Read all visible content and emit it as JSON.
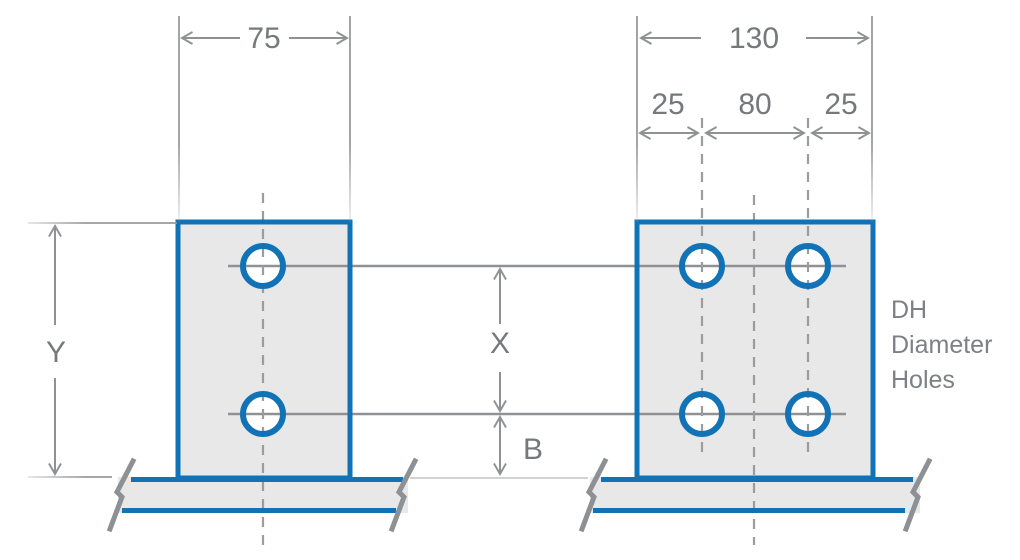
{
  "dimensions": {
    "left_plate_width": "75",
    "right_plate_width": "130",
    "right_left_edge_offset": "25",
    "right_hole_spacing_horizontal": "80",
    "right_right_edge_offset": "25",
    "overall_height": "Y",
    "vertical_hole_spacing": "X",
    "base_to_lower_hole": "B"
  },
  "annotation": {
    "holes_note": [
      "DH",
      "Diameter",
      "Holes"
    ]
  },
  "colors": {
    "plate_outline": "#1173b6",
    "plate_fill": "#e8e8e9",
    "dimension_line": "#97999b",
    "dimension_text": "#76797c",
    "centerline": "#9a9c9e",
    "break_line": "#8d9094",
    "background": "#ffffff"
  }
}
